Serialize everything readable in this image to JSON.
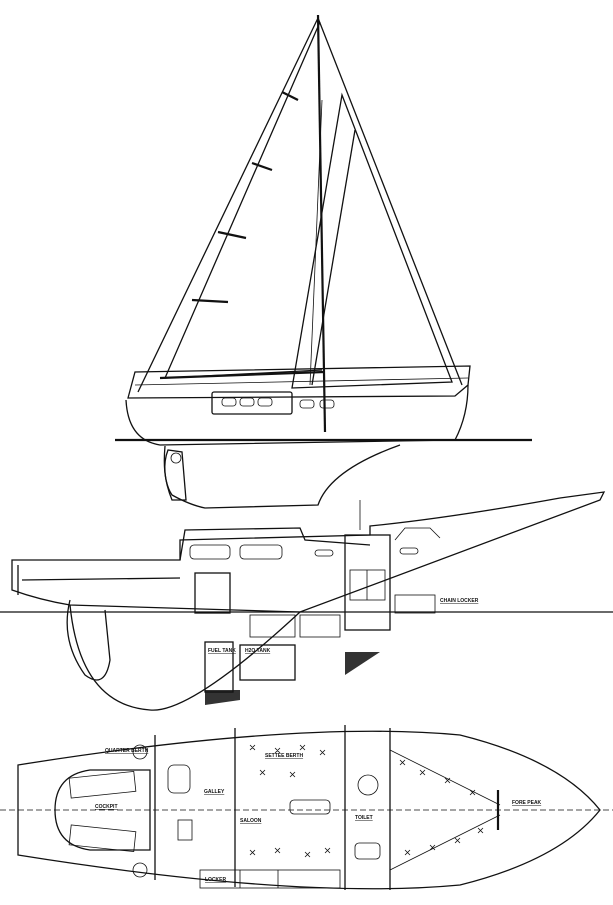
{
  "drawing": {
    "views": [
      "sail-plan",
      "inboard-profile",
      "accommodation-plan"
    ],
    "line_color": "#111111",
    "background": "#ffffff"
  },
  "labels": {
    "cockpit": "COCKPIT",
    "galley": "GALLEY",
    "saloon": "SALOON",
    "toilet": "TOILET",
    "fore_peak": "FORE PEAK",
    "chain_locker": "CHAIN LOCKER",
    "fuel_tank": "FUEL TANK",
    "water_tank": "H2O TANK",
    "locker": "LOCKER",
    "settee_berth": "SETTEE BERTH",
    "quarter_berth": "QUARTER BERTH"
  }
}
